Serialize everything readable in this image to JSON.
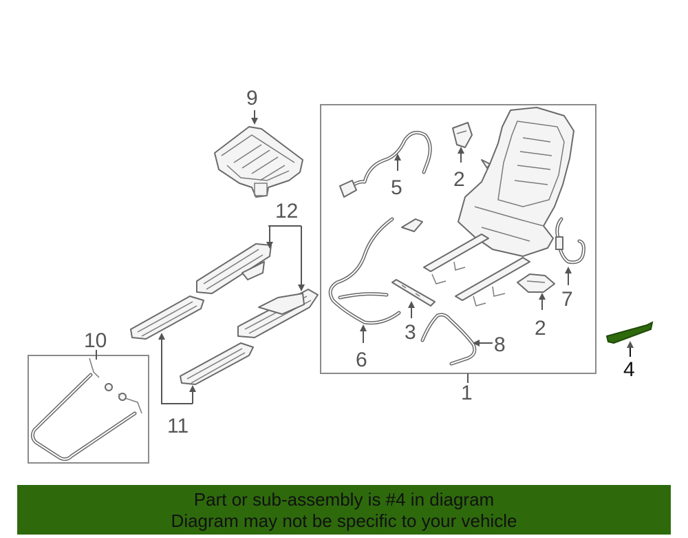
{
  "labels": {
    "l1": "1",
    "l2a": "2",
    "l2b": "2",
    "l3": "3",
    "l4": "4",
    "l5": "5",
    "l6": "6",
    "l7": "7",
    "l8": "8",
    "l9": "9",
    "l10": "10",
    "l11": "11",
    "l12": "12"
  },
  "banner": {
    "line1": "Part or sub-assembly is #4 in diagram",
    "line2": "Diagram may not be specific to your vehicle"
  },
  "colors": {
    "highlight_part": "#2e6a0c",
    "banner_background": "#2e6a0c",
    "line_art": "#6a6a6a"
  }
}
